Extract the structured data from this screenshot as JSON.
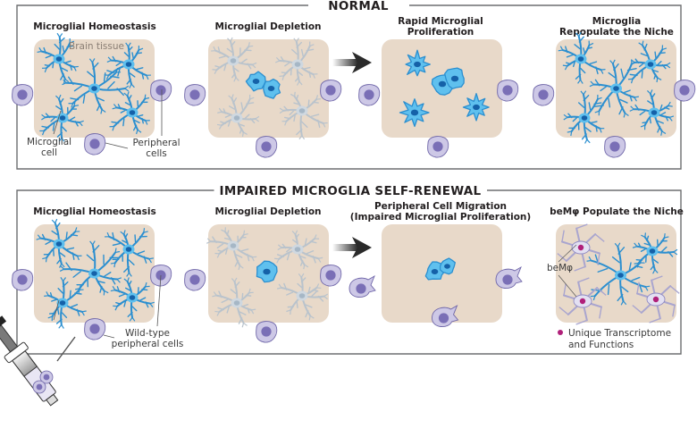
{
  "colors": {
    "tissue": "#e8d9c9",
    "microglia": "#2b8fd0",
    "microglia_light": "#5fc0ee",
    "microglia_nucleus": "#1561a8",
    "depleted_microglia": "#b9c3cc",
    "peripheral_cell": "#cdc8e6",
    "peripheral_nucleus": "#7a6fb6",
    "bemphi_nucleus": "#b0207a",
    "frame": "#6d6e70",
    "arrow": "#2a2a2a"
  },
  "normal": {
    "title": "NORMAL",
    "panels": [
      {
        "title_lines": [
          "Microglial Homeostasis"
        ],
        "state": "homeostasis"
      },
      {
        "title_lines": [
          "Microglial Depletion"
        ],
        "state": "depletion"
      },
      {
        "title_lines": [
          "Rapid Microglial",
          "Proliferation"
        ],
        "state": "proliferation"
      },
      {
        "title_lines": [
          "Microglia",
          "Repopulate the Niche"
        ],
        "state": "repopulated"
      }
    ],
    "labels": {
      "brain_tissue": "Brain tissue",
      "microglial_cell_1": "Microglial",
      "microglial_cell_2": "cell",
      "peripheral_cells_1": "Peripheral",
      "peripheral_cells_2": "cells"
    }
  },
  "impaired": {
    "title": "IMPAIRED MICROGLIA SELF-RENEWAL",
    "panels": [
      {
        "title_lines": [
          "Microglial Homeostasis"
        ],
        "state": "homeostasis"
      },
      {
        "title_lines": [
          "Microglial Depletion"
        ],
        "state": "depletion"
      },
      {
        "title_lines": [
          "Peripheral Cell Migration",
          "(Impaired Microglial Proliferation)"
        ],
        "state": "migration"
      },
      {
        "title_lines": [
          "beMφ Populate the Niche"
        ],
        "state": "bemphi"
      }
    ],
    "labels": {
      "wild_type_1": "Wild-type",
      "wild_type_2": "peripheral cells",
      "bemphi": "beMφ",
      "legend_1": "Unique Transcriptome",
      "legend_2": "and Functions"
    }
  }
}
